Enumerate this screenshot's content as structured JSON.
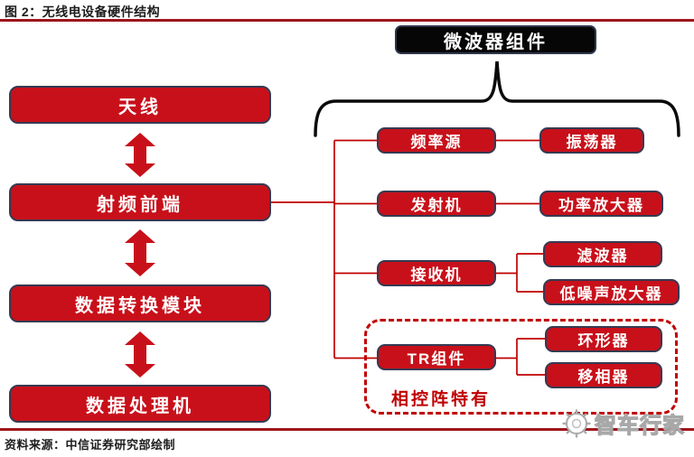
{
  "figure": {
    "title": "图 2：无线电设备硬件结构",
    "source": "资料来源：中信证券研究部绘制"
  },
  "header_box": {
    "label": "微波器组件"
  },
  "left_chain": {
    "items": [
      "天线",
      "射频前端",
      "数据转换模块",
      "数据处理机"
    ]
  },
  "branches": {
    "rows": [
      {
        "parent": "频率源",
        "children": [
          "振荡器"
        ]
      },
      {
        "parent": "发射机",
        "children": [
          "功率放大器"
        ]
      },
      {
        "parent": "接收机",
        "children": [
          "滤波器",
          "低噪声放大器"
        ]
      },
      {
        "parent": "TR组件",
        "children": [
          "环形器",
          "移相器"
        ]
      }
    ]
  },
  "dashed_group": {
    "note": "相控阵特有"
  },
  "watermark": {
    "label": "智车行家"
  },
  "colors": {
    "box_red": "#c8101a",
    "box_border": "#353a52",
    "line_red": "#c00000",
    "rule_dark_red": "#9e151b",
    "header_black": "#060606",
    "text_dark": "#1c1c1c"
  }
}
